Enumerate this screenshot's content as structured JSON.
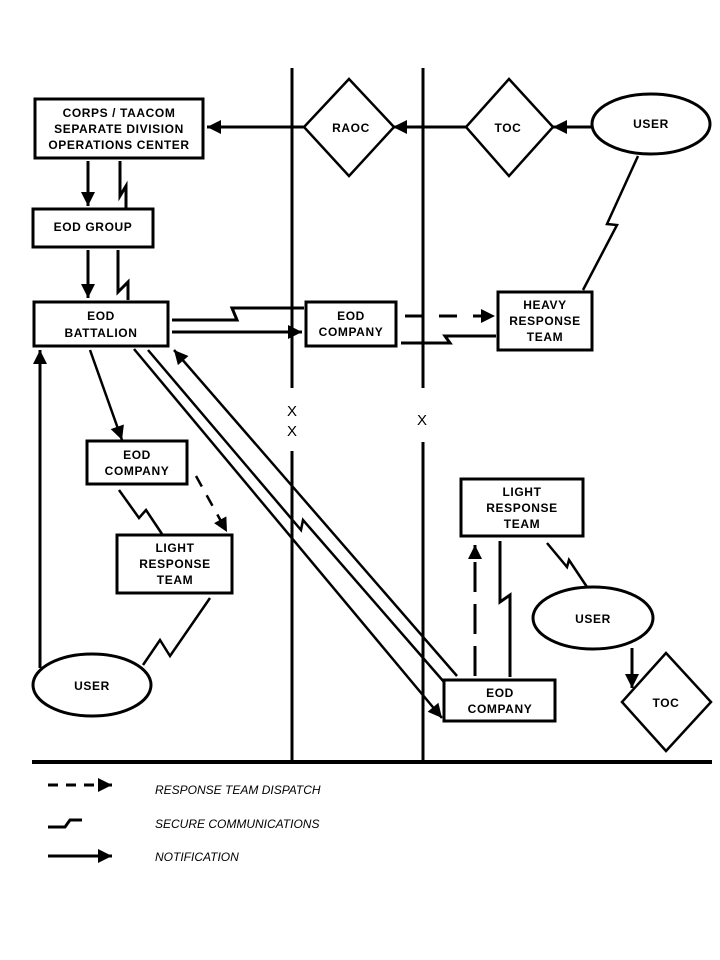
{
  "diagram": {
    "title": "",
    "colors": {
      "ink": "#000000",
      "background": "#ffffff"
    },
    "nodes": {
      "corps_ops": {
        "shape": "rectangle",
        "lines": [
          "CORPS / TAACOM",
          "SEPARATE DIVISION",
          "OPERATIONS CENTER"
        ]
      },
      "eod_group": {
        "shape": "rectangle",
        "lines": [
          "EOD GROUP"
        ]
      },
      "eod_battalion": {
        "shape": "rectangle",
        "lines": [
          "EOD",
          "BATTALION"
        ]
      },
      "eod_company_top": {
        "shape": "rectangle",
        "lines": [
          "EOD",
          "COMPANY"
        ]
      },
      "heavy_response_team": {
        "shape": "rectangle",
        "lines": [
          "HEAVY",
          "RESPONSE",
          "TEAM"
        ]
      },
      "eod_company_left": {
        "shape": "rectangle",
        "lines": [
          "EOD",
          "COMPANY"
        ]
      },
      "light_response_team_left": {
        "shape": "rectangle",
        "lines": [
          "LIGHT",
          "RESPONSE",
          "TEAM"
        ]
      },
      "user_left": {
        "shape": "ellipse",
        "lines": [
          "USER"
        ]
      },
      "light_response_team_right": {
        "shape": "rectangle",
        "lines": [
          "LIGHT",
          "RESPONSE",
          "TEAM"
        ]
      },
      "eod_company_bottom": {
        "shape": "rectangle",
        "lines": [
          "EOD",
          "COMPANY"
        ]
      },
      "user_right": {
        "shape": "ellipse",
        "lines": [
          "USER"
        ]
      },
      "toc_bottom": {
        "shape": "diamond",
        "lines": [
          "TOC"
        ]
      },
      "raoc": {
        "shape": "diamond",
        "lines": [
          "RAOC"
        ]
      },
      "toc_top": {
        "shape": "diamond",
        "lines": [
          "TOC"
        ]
      },
      "user_top": {
        "shape": "ellipse",
        "lines": [
          "USER"
        ]
      }
    },
    "boundaries": [
      {
        "id": "corps_division_boundary",
        "marker": "XX"
      },
      {
        "id": "brigade_boundary",
        "marker": "X"
      }
    ],
    "edges": [
      {
        "from": "user_top",
        "to": "toc_top",
        "type": "notification"
      },
      {
        "from": "toc_top",
        "to": "raoc",
        "type": "notification"
      },
      {
        "from": "raoc",
        "to": "corps_ops",
        "type": "notification"
      },
      {
        "from": "corps_ops",
        "to": "eod_group",
        "type": "notification"
      },
      {
        "from": "corps_ops",
        "to": "eod_group",
        "type": "secure_communications"
      },
      {
        "from": "eod_group",
        "to": "eod_battalion",
        "type": "notification"
      },
      {
        "from": "eod_group",
        "to": "eod_battalion",
        "type": "secure_communications"
      },
      {
        "from": "eod_battalion",
        "to": "eod_company_top",
        "type": "notification"
      },
      {
        "from": "eod_battalion",
        "to": "eod_company_top",
        "type": "secure_communications"
      },
      {
        "from": "eod_company_top",
        "to": "heavy_response_team",
        "type": "response_team_dispatch"
      },
      {
        "from": "eod_company_top",
        "to": "heavy_response_team",
        "type": "secure_communications"
      },
      {
        "from": "heavy_response_team",
        "to": "user_top",
        "type": "secure_communications"
      },
      {
        "from": "eod_battalion",
        "to": "eod_company_left",
        "type": "notification"
      },
      {
        "from": "eod_company_left",
        "to": "light_response_team_left",
        "type": "response_team_dispatch"
      },
      {
        "from": "eod_company_left",
        "to": "light_response_team_left",
        "type": "secure_communications"
      },
      {
        "from": "light_response_team_left",
        "to": "user_left",
        "type": "secure_communications"
      },
      {
        "from": "user_left",
        "to": "eod_battalion",
        "type": "notification"
      },
      {
        "from": "eod_battalion",
        "to": "eod_company_bottom",
        "type": "notification"
      },
      {
        "from": "eod_battalion",
        "to": "eod_company_bottom",
        "type": "secure_communications"
      },
      {
        "from": "eod_company_bottom",
        "to": "eod_battalion",
        "type": "notification"
      },
      {
        "from": "eod_company_bottom",
        "to": "light_response_team_right",
        "type": "response_team_dispatch"
      },
      {
        "from": "eod_company_bottom",
        "to": "light_response_team_right",
        "type": "secure_communications"
      },
      {
        "from": "light_response_team_right",
        "to": "user_right",
        "type": "secure_communications"
      },
      {
        "from": "user_right",
        "to": "toc_bottom",
        "type": "notification"
      }
    ]
  },
  "legend": {
    "items": [
      {
        "symbol": "dashed-arrow",
        "label": "RESPONSE TEAM DISPATCH"
      },
      {
        "symbol": "zigzag-line",
        "label": "SECURE COMMUNICATIONS"
      },
      {
        "symbol": "solid-arrow",
        "label": "NOTIFICATION"
      }
    ]
  }
}
